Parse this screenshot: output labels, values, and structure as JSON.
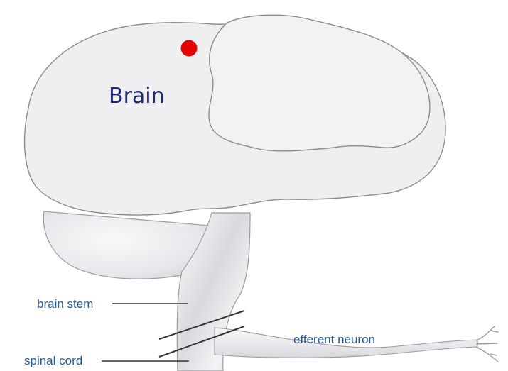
{
  "diagram": {
    "title": "Brain",
    "labels": {
      "brain_stem": "brain stem",
      "spinal_cord": "spinal cord",
      "efferent_neuron": "efferent neuron"
    },
    "colors": {
      "outline": "#8c8c8c",
      "fill": "#efeff2",
      "title": "#1f2a6e",
      "label": "#1e5a9a",
      "marker": "#e60000"
    }
  }
}
